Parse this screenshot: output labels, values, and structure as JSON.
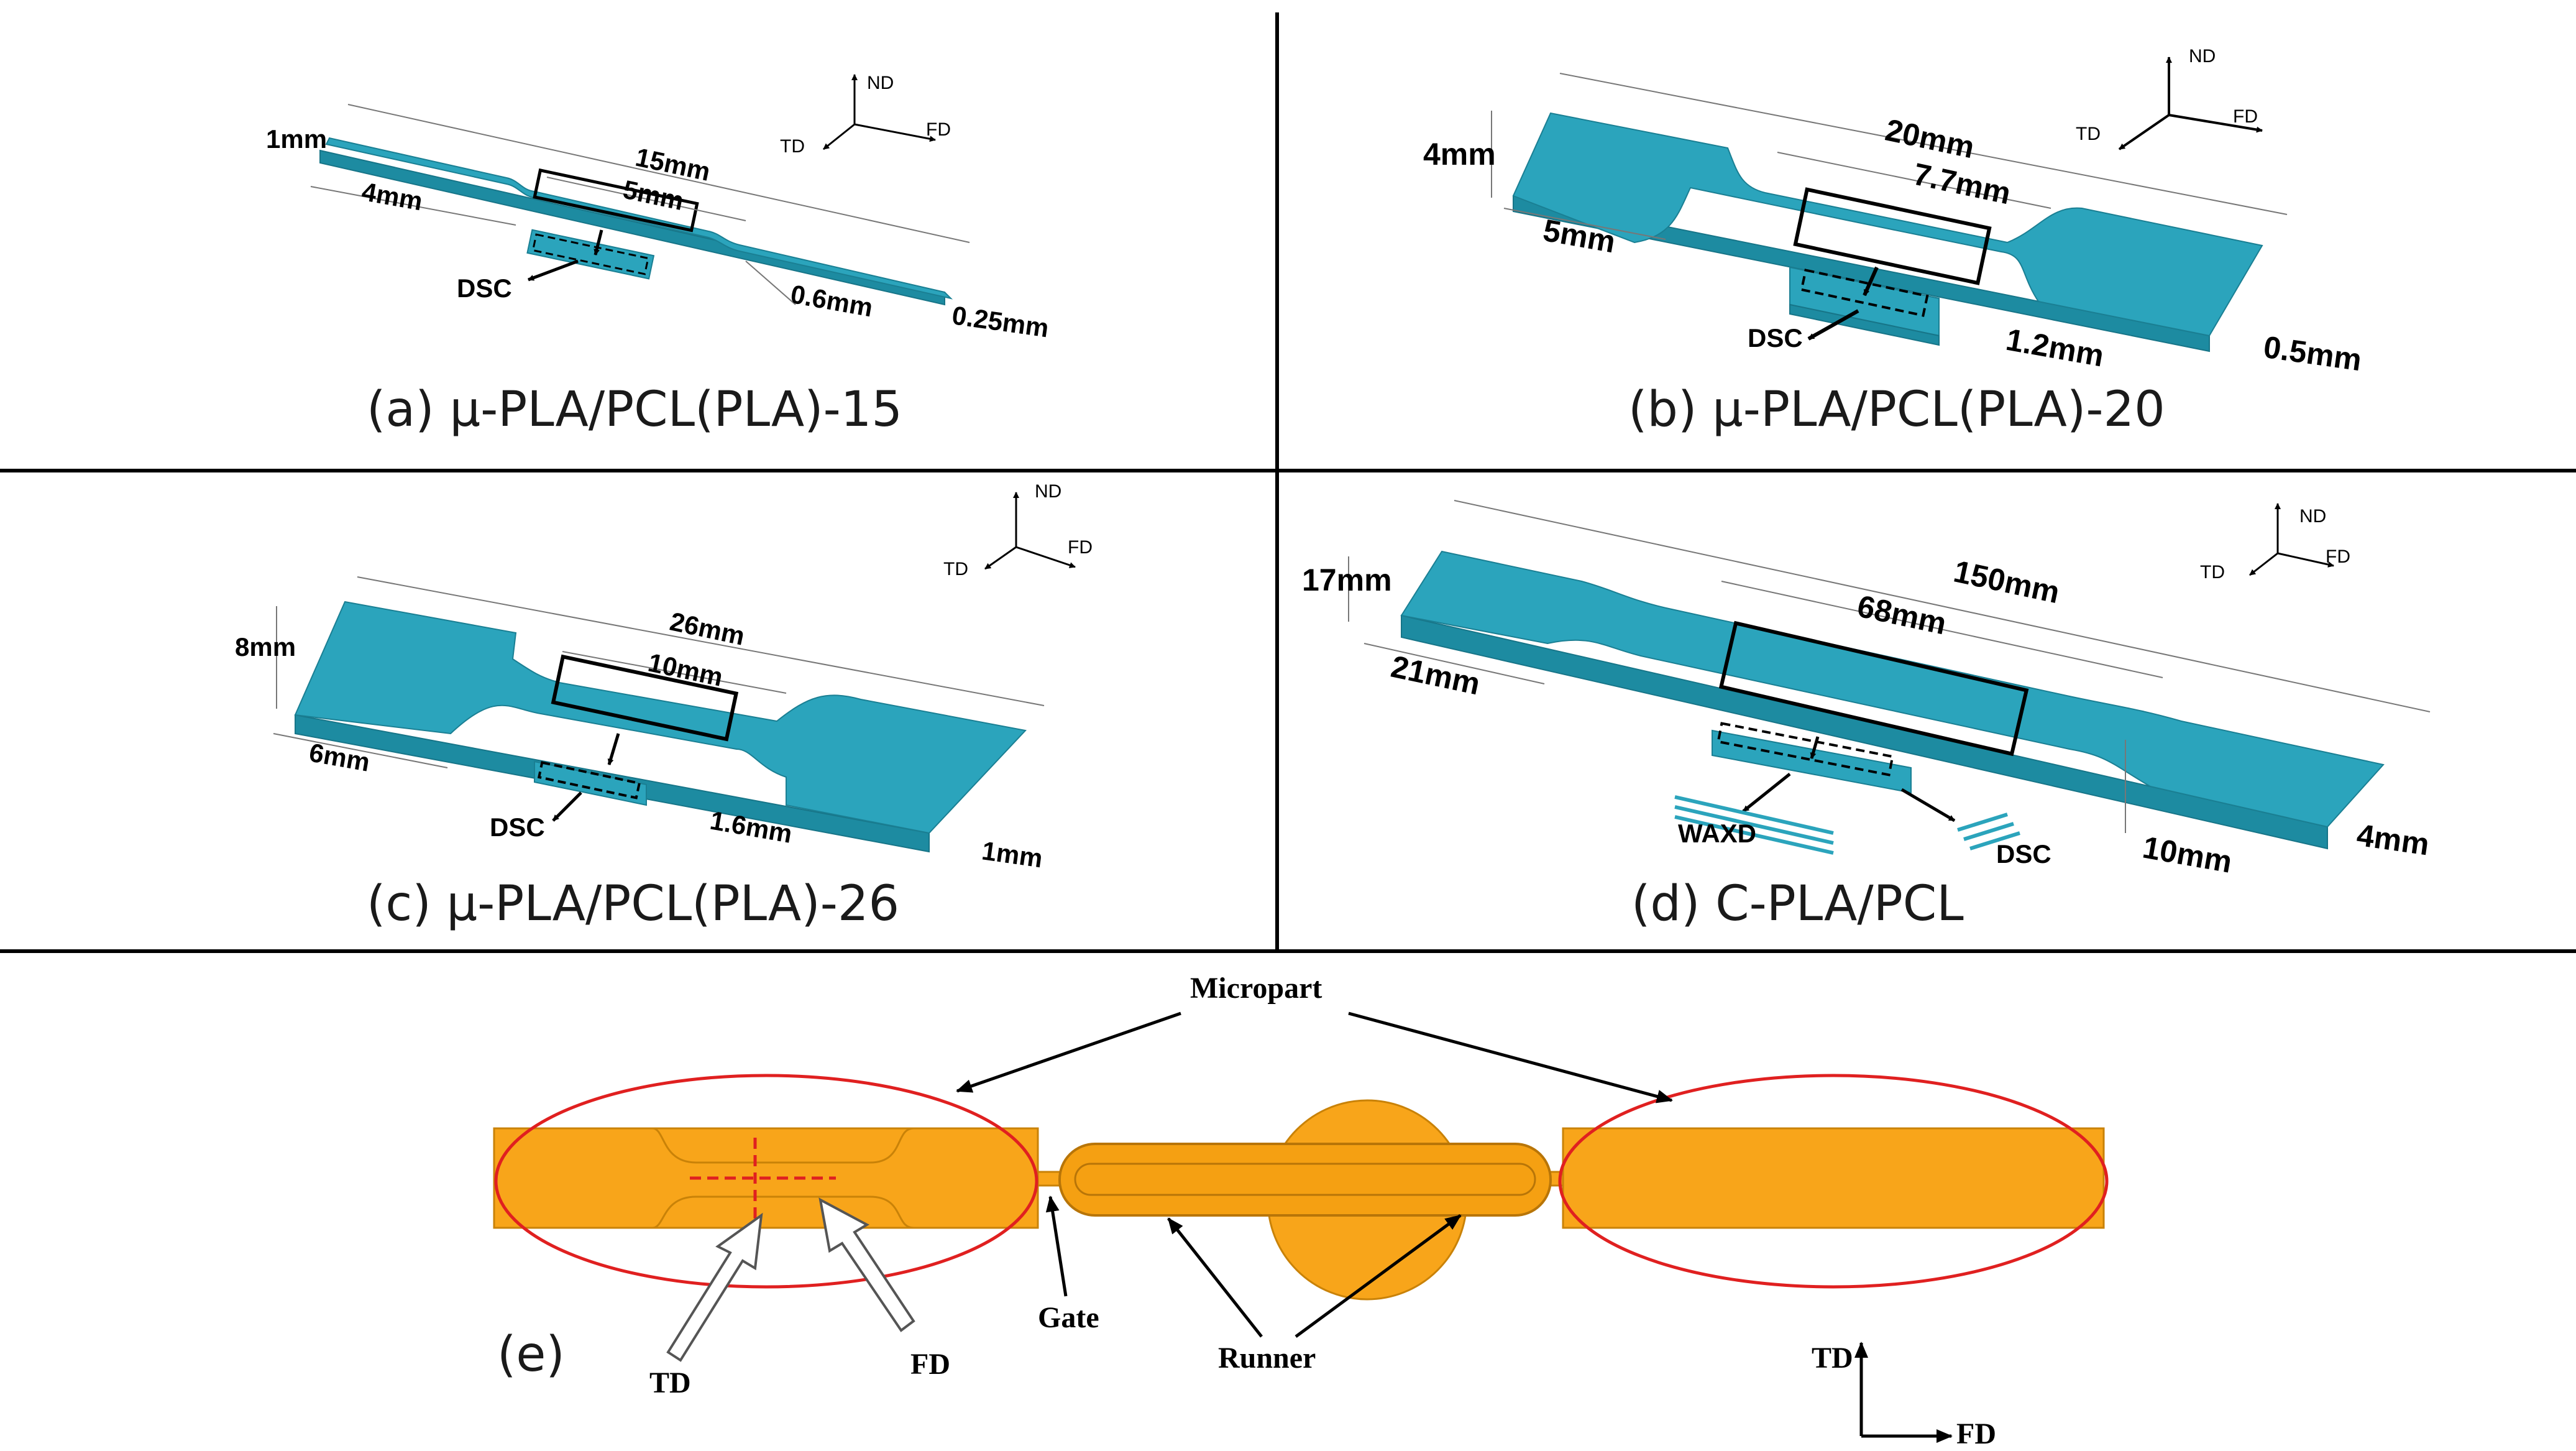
{
  "panels": {
    "a": {
      "caption": "(a)  μ-PLA/PCL(PLA)-15",
      "dims": {
        "total": "15mm",
        "gauge": "5mm",
        "width": "1mm",
        "grip": "4mm",
        "neck": "0.6mm",
        "thick": "0.25mm"
      },
      "dsc": "DSC",
      "axes": {
        "nd": "ND",
        "td": "TD",
        "fd": "FD"
      }
    },
    "b": {
      "caption": "(b)  μ-PLA/PCL(PLA)-20",
      "dims": {
        "total": "20mm",
        "gauge": "7.7mm",
        "width": "4mm",
        "grip": "5mm",
        "neck": "1.2mm",
        "thick": "0.5mm"
      },
      "dsc": "DSC",
      "axes": {
        "nd": "ND",
        "td": "TD",
        "fd": "FD"
      }
    },
    "c": {
      "caption": "(c)  μ-PLA/PCL(PLA)-26",
      "dims": {
        "total": "26mm",
        "gauge": "10mm",
        "width": "8mm",
        "grip": "6mm",
        "neck": "1.6mm",
        "thick": "1mm"
      },
      "dsc": "DSC",
      "axes": {
        "nd": "ND",
        "td": "TD",
        "fd": "FD"
      }
    },
    "d": {
      "caption": "(d)  C-PLA/PCL",
      "dims": {
        "total": "150mm",
        "gauge": "68mm",
        "width": "17mm",
        "grip": "21mm",
        "neck": "10mm",
        "thick": "4mm"
      },
      "dsc": "DSC",
      "waxd": "WAXD",
      "axes": {
        "nd": "ND",
        "td": "TD",
        "fd": "FD"
      }
    },
    "e": {
      "caption": "(e)",
      "micropart": "Micropart",
      "gate": "Gate",
      "runner": "Runner",
      "td": "TD",
      "fd": "FD"
    }
  },
  "colors": {
    "specimen": "#2ba4bc",
    "mold": "#f8a51a",
    "ellipse": "#e02020",
    "marker": "#e02020",
    "divider": "#000000"
  }
}
